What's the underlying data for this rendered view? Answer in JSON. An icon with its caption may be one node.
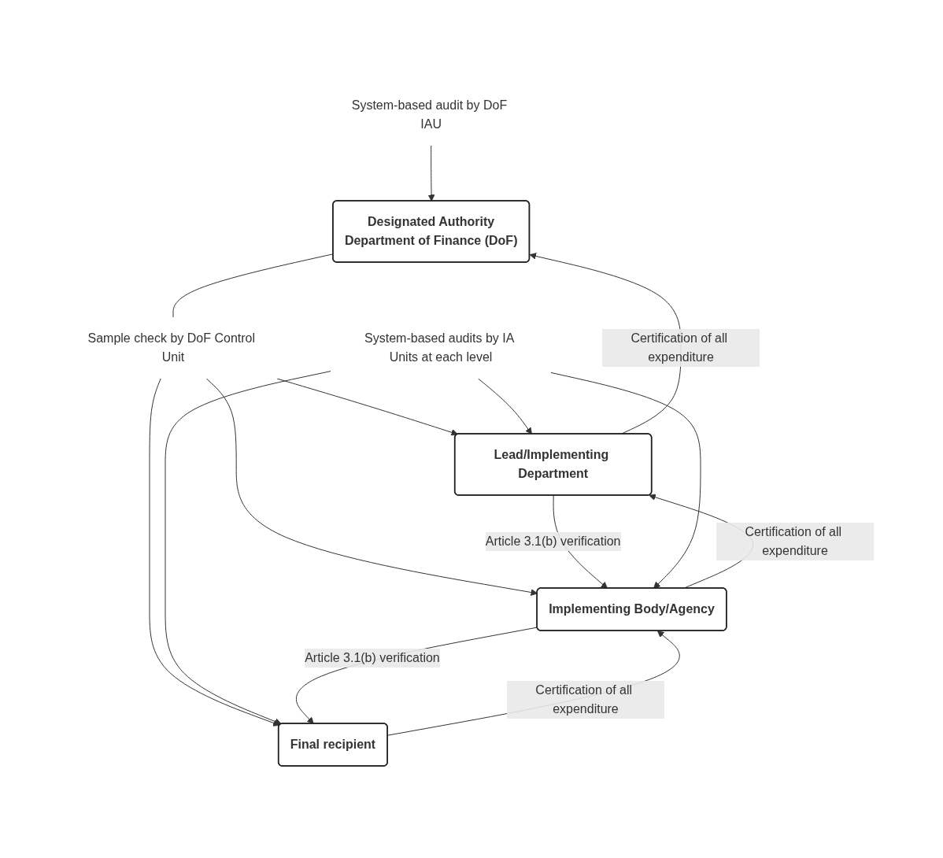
{
  "diagram": {
    "nodes": [
      {
        "text": [
          "System-based audit by DoF IAU"
        ]
      },
      {
        "text": [
          "Designated Authority",
          "Department of Finance (DoF)"
        ]
      },
      {
        "text": [
          "Sample check by DoF Control Unit"
        ]
      },
      {
        "text": [
          "Lead/Implementing Department"
        ]
      },
      {
        "text": [
          "System-based audits by IA Units at each level"
        ]
      },
      {
        "text": [
          "Implementing Body/Agency"
        ]
      },
      {
        "text": [
          "Final recipient"
        ]
      }
    ],
    "edges": [
      {
        "from": 0,
        "to": 1,
        "arrow": "to"
      },
      {
        "from": 1,
        "to": 2,
        "arrow": "none"
      },
      {
        "from": 2,
        "to": 3,
        "arrow": "to"
      },
      {
        "from": 2,
        "to": 5,
        "arrow": "to"
      },
      {
        "from": 2,
        "to": 6,
        "arrow": "to"
      },
      {
        "from": 3,
        "to": 1,
        "arrow": "to",
        "label": "Certification of all expenditure"
      },
      {
        "from": 3,
        "to": 5,
        "arrow": "to",
        "label": "Article 3.1(b) verification"
      },
      {
        "from": 4,
        "to": 3,
        "arrow": "to"
      },
      {
        "from": 4,
        "to": 5,
        "arrow": "to"
      },
      {
        "from": 4,
        "to": 6,
        "arrow": "to"
      },
      {
        "from": 5,
        "to": 3,
        "arrow": "to",
        "label": "Certification of all expenditure"
      },
      {
        "from": 5,
        "to": 6,
        "arrow": "to",
        "label": "Article 3.1(b) verification"
      },
      {
        "from": 6,
        "to": 5,
        "arrow": "to",
        "label": "Certification of all expenditure"
      }
    ]
  }
}
